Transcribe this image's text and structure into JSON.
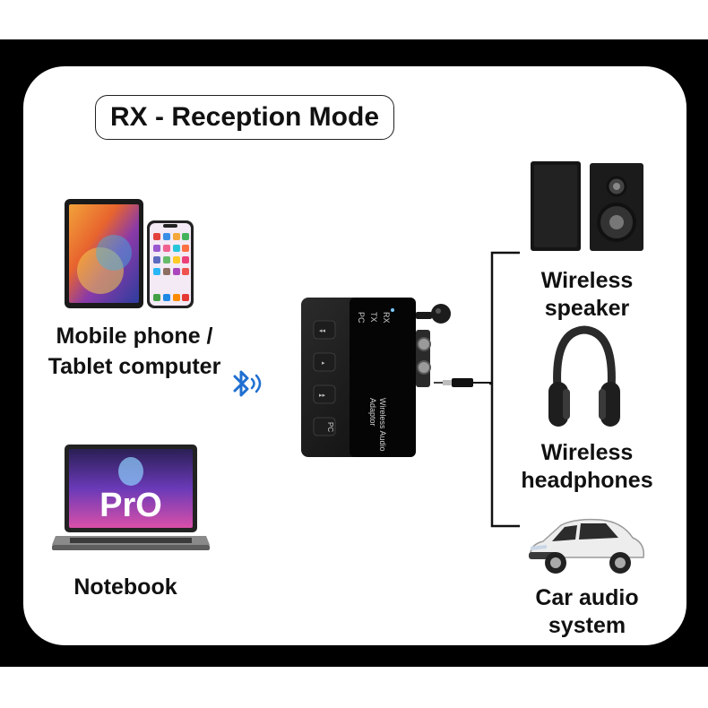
{
  "title": "RX - Reception Mode",
  "sources": {
    "mobile_label_line1": "Mobile phone /",
    "mobile_label_line2": "Tablet computer",
    "notebook_label": "Notebook",
    "laptop_screen_text": "PrO"
  },
  "device": {
    "mode_rx": "RX",
    "mode_tx": "TX",
    "mode_pc": "PC",
    "name_line1": "Wireless Audio",
    "name_line2": "Adaptor",
    "button_pc": "PC"
  },
  "outputs": {
    "speaker_line1": "Wireless",
    "speaker_line2": "speaker",
    "headphones_line1": "Wireless",
    "headphones_line2": "headphones",
    "car_line1": "Car audio",
    "car_line2": "system"
  },
  "colors": {
    "bluetooth": "#1f6fd1",
    "frame": "#000000"
  },
  "icons": [
    "bluetooth-icon",
    "tablet-icon",
    "phone-icon",
    "laptop-icon",
    "speaker-icon",
    "headphones-icon",
    "car-icon",
    "audio-jack-icon"
  ]
}
